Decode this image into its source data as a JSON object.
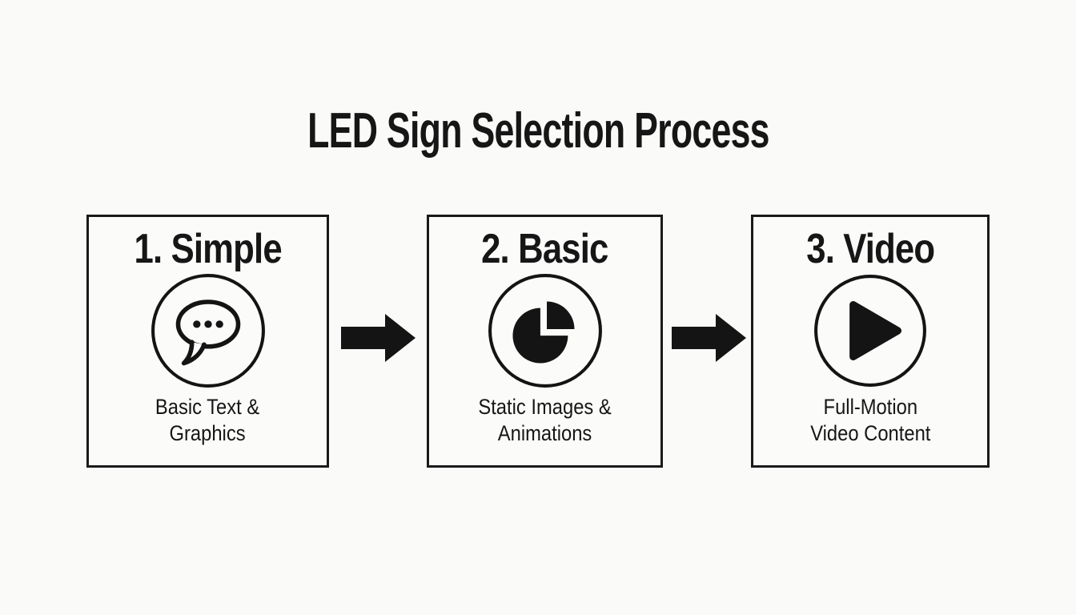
{
  "title": "LED Sign Selection Process",
  "steps": [
    {
      "heading": "1. Simple",
      "icon": "chat-bubble-icon",
      "lines": [
        "Basic Text &",
        "Graphics"
      ]
    },
    {
      "heading": "2. Basic",
      "icon": "pie-chart-icon",
      "lines": [
        "Static Images &",
        "Animations"
      ]
    },
    {
      "heading": "3. Video",
      "icon": "play-icon",
      "lines": [
        "Full-Motion",
        "Video Content"
      ]
    }
  ],
  "arrows": [
    {
      "name": "arrow-step1-to-step2",
      "direction": "right"
    },
    {
      "name": "arrow-step2-to-step3",
      "direction": "right"
    }
  ],
  "colors": {
    "background": "#fafaf8",
    "foreground": "#161616",
    "box_border": "#1a1a1a",
    "icon_ink": "#141414"
  }
}
